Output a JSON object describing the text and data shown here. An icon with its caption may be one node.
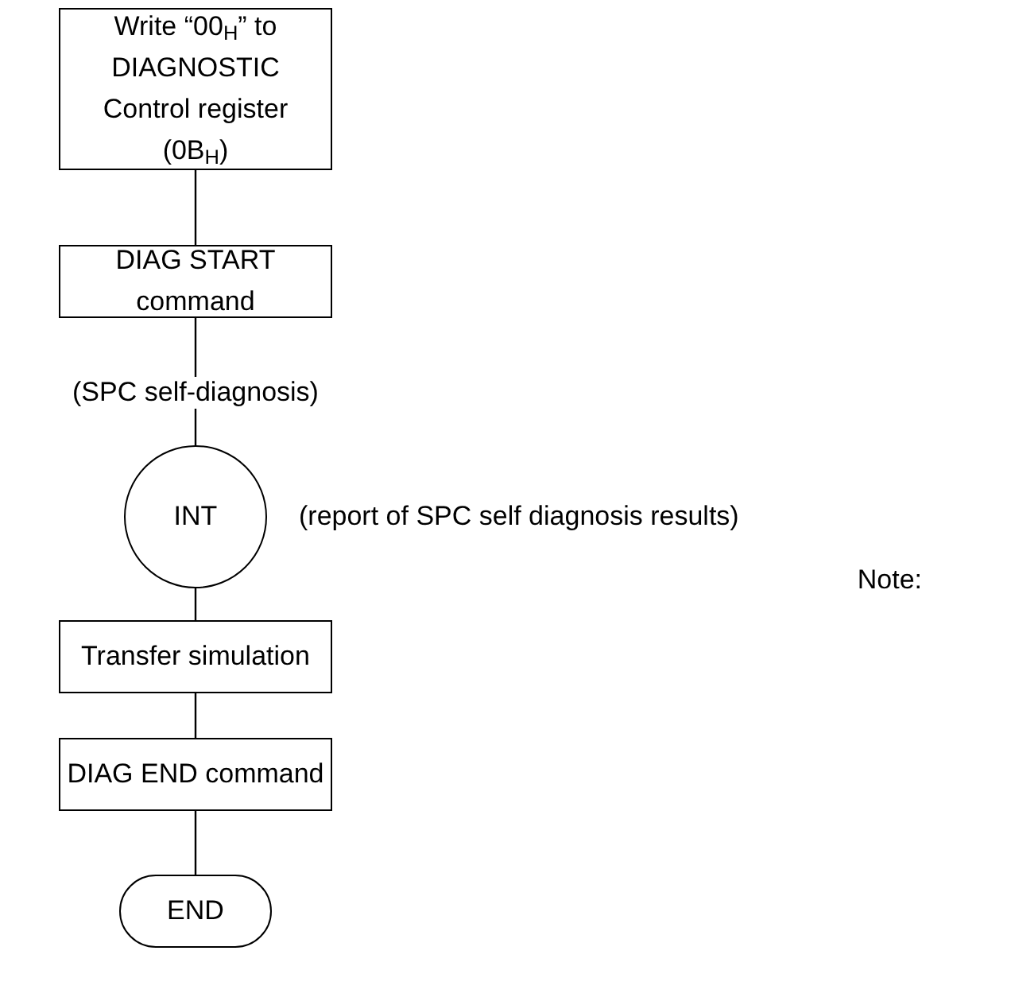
{
  "diagram": {
    "nodes": [
      {
        "text": [
          "Write “00$_{H}$” to DIAGNOSTIC Control register (0B$_{H}$)"
        ]
      },
      {
        "text": [
          "DIAG START command"
        ]
      },
      {
        "text": [
          "INT"
        ],
        "beside": [
          "(report of SPC self diagnosis results)"
        ]
      },
      {
        "text": [
          "Transfer simulation"
        ]
      },
      {
        "text": [
          "DIAG END command"
        ]
      },
      {
        "text": [
          "END"
        ]
      }
    ],
    "edges": [
      {
        "from": 0,
        "to": 1,
        "arrow": "none"
      },
      {
        "from": 1,
        "to": 2,
        "arrow": "none",
        "label": "(SPC self-diagnosis)"
      },
      {
        "from": 2,
        "to": 3,
        "arrow": "none"
      },
      {
        "from": 3,
        "to": 4,
        "arrow": "none"
      },
      {
        "from": 4,
        "to": 5,
        "arrow": "none"
      }
    ],
    "labels": [
      "Note:"
    ]
  }
}
